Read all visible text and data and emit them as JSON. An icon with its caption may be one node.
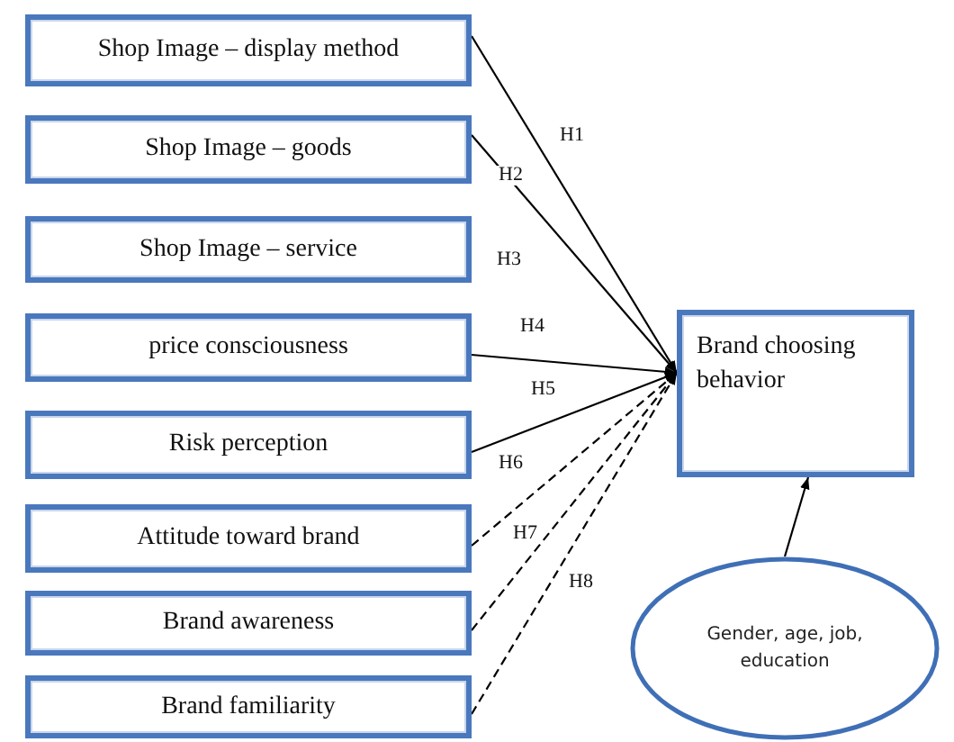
{
  "diagram": {
    "nodes": [
      {
        "text": [
          "Shop Image – display method"
        ]
      },
      {
        "text": [
          "Shop Image – goods"
        ]
      },
      {
        "text": [
          "Shop Image  – service"
        ]
      },
      {
        "text": [
          "price consciousness"
        ]
      },
      {
        "text": [
          "Risk perception"
        ]
      },
      {
        "text": [
          "Attitude toward brand"
        ]
      },
      {
        "text": [
          "Brand awareness"
        ]
      },
      {
        "text": [
          "Brand familiarity"
        ]
      },
      {
        "text": [
          "Brand choosing behavior"
        ]
      },
      {
        "text": [
          "Gender, age, job, education"
        ]
      }
    ],
    "edges": [
      {
        "from": 0,
        "to": 8,
        "arrow": "to",
        "label": "H1"
      },
      {
        "from": 1,
        "to": 8,
        "arrow": "to",
        "label": "H2"
      },
      {
        "from": 3,
        "to": 8,
        "arrow": "to",
        "label": "H4"
      },
      {
        "from": 4,
        "to": 8,
        "arrow": "to",
        "label": "H5"
      },
      {
        "from": 5,
        "to": 8,
        "arrow": "to",
        "label": "H6",
        "style": "dashed"
      },
      {
        "from": 6,
        "to": 8,
        "arrow": "to",
        "label": "H7",
        "style": "dashed"
      },
      {
        "from": 7,
        "to": 8,
        "arrow": "to",
        "label": "H8",
        "style": "dashed"
      },
      {
        "from": 9,
        "to": 8,
        "arrow": "to"
      }
    ],
    "labels": [
      "H3"
    ]
  }
}
